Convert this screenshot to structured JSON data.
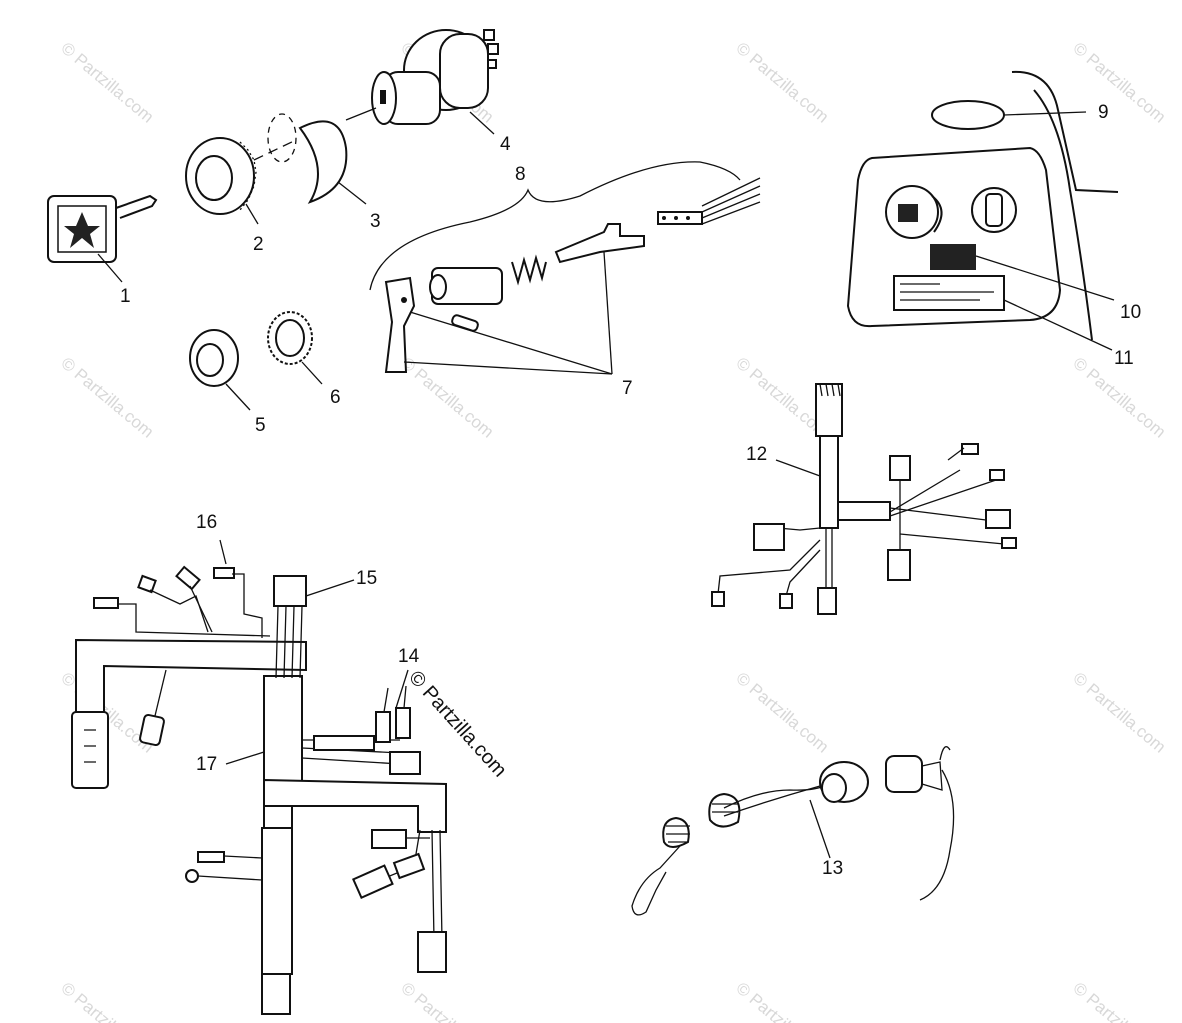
{
  "callouts": {
    "c1": "1",
    "c2": "2",
    "c3": "3",
    "c4": "4",
    "c5": "5",
    "c6": "6",
    "c7": "7",
    "c8": "8",
    "c9": "9",
    "c10": "10",
    "c11": "11",
    "c12": "12",
    "c13": "13",
    "c14": "14",
    "c15": "15",
    "c16": "16",
    "c17": "17"
  },
  "watermark": {
    "text": "© Partzilla.com",
    "center_text": "© Partzilla.com"
  }
}
